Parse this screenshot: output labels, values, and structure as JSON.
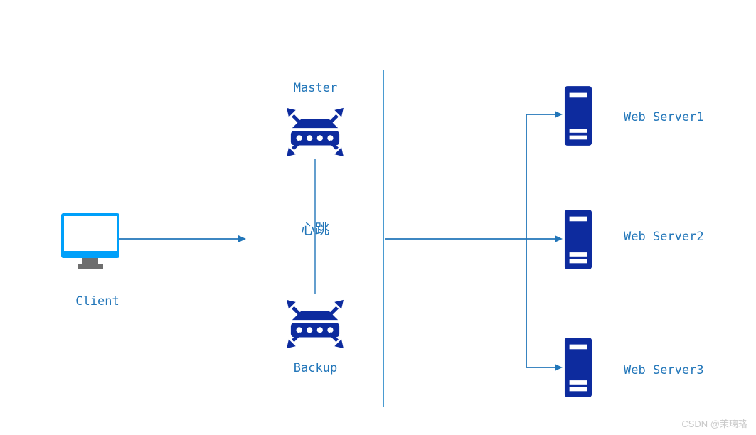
{
  "diagram": {
    "client": {
      "label": "Client"
    },
    "lb_box": {
      "master": {
        "label": "Master"
      },
      "heartbeat": {
        "label": "心跳"
      },
      "backup": {
        "label": "Backup"
      }
    },
    "servers": [
      {
        "label": "Web Server1"
      },
      {
        "label": "Web Server2"
      },
      {
        "label": "Web Server3"
      }
    ],
    "watermark": "CSDN @茉璃珞"
  },
  "colors": {
    "navy": "#0d2b9e",
    "monitor_blue": "#00a0fa",
    "stand_gray": "#6e6e6e",
    "line_blue": "#2276b9",
    "label_blue": "#2276b9",
    "box_border": "#4a9bd1",
    "watermark_gray": "#c9c9c9"
  }
}
